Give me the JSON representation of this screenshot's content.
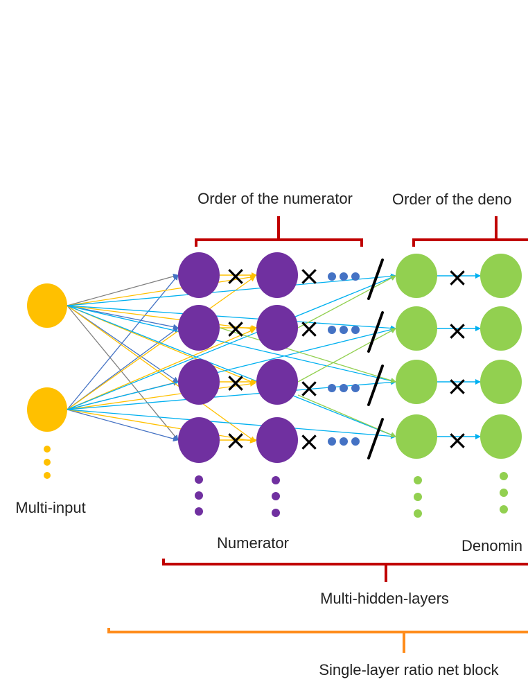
{
  "labels": {
    "order_numerator": "Order of the numerator",
    "order_denominator": "Order of the deno",
    "multi_input": "Multi-input",
    "numerator": "Numerator",
    "denominator": "Denomin",
    "multi_hidden_layers": "Multi-hidden-layers",
    "single_layer_block": "Single-layer ratio net block"
  },
  "symbols": {
    "multiply": "×"
  },
  "colors": {
    "input_node": "#ffc000",
    "numerator_node": "#7030a0",
    "denominator_node": "#92d050",
    "numerator_bracket": "#c00000",
    "block_bracket": "#ff8c1a",
    "ellipsis_dots": "#4472c4",
    "edge_blue": "#4472c4",
    "edge_yellow": "#ffc000",
    "edge_cyan": "#00b0f0",
    "edge_green": "#92d050",
    "edge_gray": "#7f7f7f"
  }
}
